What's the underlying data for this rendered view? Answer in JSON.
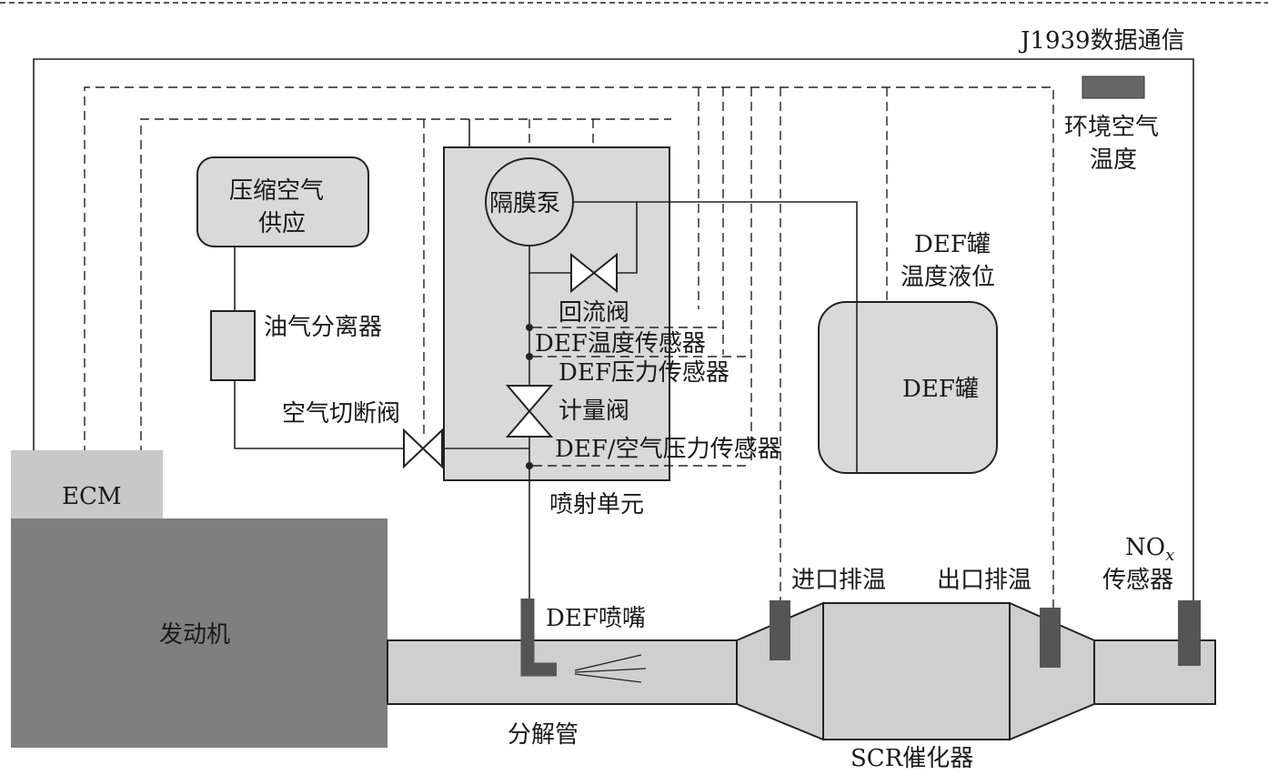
{
  "labels": {
    "j1939": "J1939数据通信",
    "ambient_temp_line1": "环境空气",
    "ambient_temp_line2": "温度",
    "compressed_air_line1": "压缩空气",
    "compressed_air_line2": "供应",
    "oil_gas_separator": "油气分离器",
    "air_cutoff_valve": "空气切断阀",
    "diaphragm_pump": "隔膜泵",
    "return_valve": "回流阀",
    "def_temp_sensor": "DEF温度传感器",
    "def_pressure_sensor": "DEF压力传感器",
    "metering_valve": "计量阀",
    "def_air_pressure_sensor": "DEF/空气压力传感器",
    "injection_unit": "喷射单元",
    "def_tank_level_line1": "DEF罐",
    "def_tank_level_line2": "温度液位",
    "def_tank": "DEF罐",
    "ecm": "ECM",
    "engine": "发动机",
    "def_nozzle": "DEF喷嘴",
    "decomposition_tube": "分解管",
    "inlet_temp": "进口排温",
    "outlet_temp": "出口排温",
    "nox_line1": "NO",
    "nox_sub": "x",
    "nox_line2": "传感器",
    "scr_catalyst": "SCR催化器"
  },
  "colors": {
    "engine": "#7f7f7f",
    "ecm": "#c8c8c8",
    "box_fill": "#d9d9d9",
    "sensor": "#555555",
    "pipe": "#cfcfcf"
  }
}
